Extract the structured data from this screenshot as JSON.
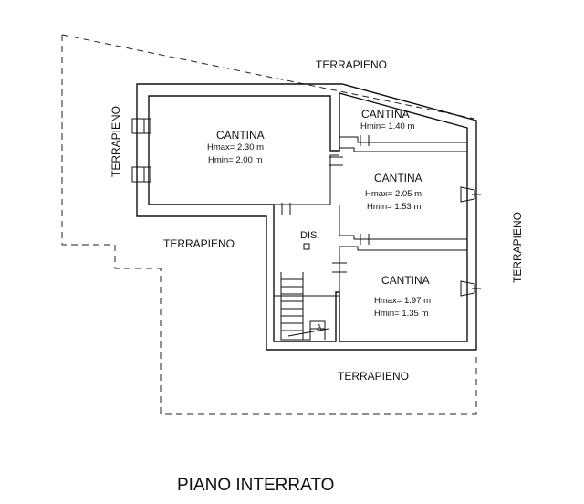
{
  "plan": {
    "title": "PIANO INTERRATO",
    "terrapieno_label": "TERRAPIENO",
    "rooms": [
      {
        "name": "CANTINA",
        "hmax": "Hmax= 2.30 m",
        "hmin": "Hmin= 2.00 m"
      },
      {
        "name": "CANTINA",
        "hmin": "Hmin= 1.40 m"
      },
      {
        "name": "CANTINA",
        "hmax": "Hmax= 2.05 m",
        "hmin": "Hmin= 1.53 m"
      },
      {
        "name": "CANTINA",
        "hmax": "Hmax= 1.97 m",
        "hmin": "Hmin= 1.35 m"
      }
    ],
    "dis_label": "DIS.",
    "stair_arrow": "A"
  }
}
